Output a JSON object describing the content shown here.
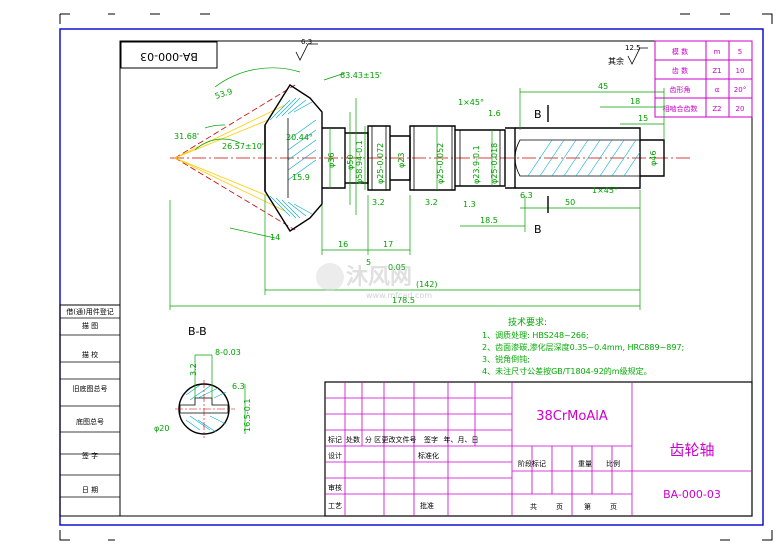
{
  "drawing_number_top": "BA-000-03",
  "roughness_top": "6.3",
  "roughness_rest_value": "12.5",
  "roughness_rest_label": "其余",
  "gear_params": [
    {
      "name": "模  数",
      "symbol": "m",
      "value": "5"
    },
    {
      "name": "齿  数",
      "symbol": "Z1",
      "value": "10"
    },
    {
      "name": "齿形角",
      "symbol": "α",
      "value": "20°"
    },
    {
      "name": "相啮合齿数",
      "symbol": "Z2",
      "value": "20"
    }
  ],
  "dims": {
    "d_53_9": "53.9",
    "d_63_43": "63.43±15'",
    "d_31_68": "31.68'",
    "d_26_57": "26.57±10'",
    "d_20_44": "20.44°",
    "d_15_9": "15.9",
    "d_36": "φ36",
    "d_50": "φ50",
    "d_58_94": "φ58.94-0.1",
    "d_25a": "φ25-0.072",
    "d_23": "φ23",
    "d_25b": "φ25-0.052",
    "d_23_9": "φ23.9-0.1",
    "d_25c": "φ25-0.018",
    "d_14": "14",
    "d_16": "16",
    "d_17": "17",
    "d_5": "5",
    "d_0_05": "0.05",
    "d_142": "(142)",
    "d_178_5": "178.5",
    "d_45": "45",
    "d_18": "18",
    "d_15": "15",
    "d_50b": "50",
    "d_18_5": "18.5",
    "d_1_3": "1.3",
    "chamfer1": "1×45°",
    "chamfer2": "1×45°",
    "d_46": "φ46",
    "r_3_2": "3.2",
    "r_6_3": "6.3",
    "r_1_6": "1.6"
  },
  "section_marker": "B",
  "section_label": "B-B",
  "section_dims": {
    "width": "8-0.03",
    "dia": "φ20",
    "depth": "16.5-0.1",
    "r_6_3": "6.3",
    "r_3_2": "3.2"
  },
  "tech_title": "技术要求:",
  "tech_reqs": [
    "1、调质处理: HBS248~266;",
    "2、齿面渗碳,渗化层深度0.35~0.4mm, HRC889~897;",
    "3、锐角倒钝;",
    "4、未注尺寸公差按GB/T1804-92的m级规定。"
  ],
  "left_column": [
    "借(通)用件登记",
    "描    图",
    "描    校",
    "旧底图总号",
    "底图总号",
    "签    字",
    "日    期"
  ],
  "title_block": {
    "material": "38CrMoAlA",
    "part_name": "齿轮轴",
    "drawing_no": "BA-000-03",
    "rev_row": [
      "标记",
      "处数",
      "分  区",
      "更改文件号",
      "签字",
      "年、月、日"
    ],
    "design": "设计",
    "standard": "标准化",
    "review": "审核",
    "process": "工艺",
    "approve": "批准",
    "stage": [
      "阶段标记",
      "重量",
      "比例"
    ],
    "sheets": [
      "共",
      "页",
      "第",
      "页"
    ]
  },
  "watermark": {
    "brand": "沐风网",
    "url": "www.mfcad.com"
  },
  "colors": {
    "frame": "#0000cc",
    "dim": "#00a000",
    "table": "#cc00cc",
    "part": "#000000",
    "hatch": "#00aacc",
    "center": "#cc0000",
    "text_green": "#00aa00"
  }
}
